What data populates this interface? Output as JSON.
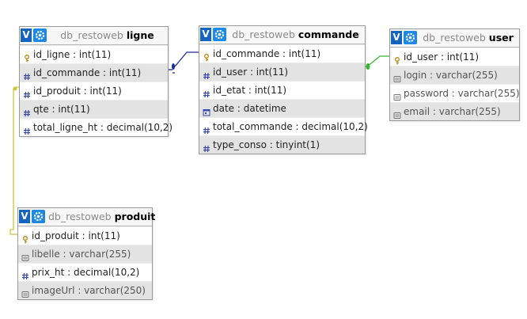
{
  "colors": {
    "link_blue": "#1d2aa3",
    "link_green": "#38b830",
    "link_olive": "#c8c83a",
    "header_badge": "#1565c0"
  },
  "tables": {
    "ligne": {
      "db": "db_restoweb",
      "name": "ligne",
      "columns": [
        {
          "text": "id_ligne : int(11)",
          "icon": "key-icon"
        },
        {
          "text": "id_commande : int(11)",
          "icon": "numeric-type-icon"
        },
        {
          "text": "id_produit : int(11)",
          "icon": "numeric-type-icon"
        },
        {
          "text": "qte : int(11)",
          "icon": "numeric-type-icon"
        },
        {
          "text": "total_ligne_ht : decimal(10,2)",
          "icon": "numeric-type-icon"
        }
      ]
    },
    "commande": {
      "db": "db_restoweb",
      "name": "commande",
      "columns": [
        {
          "text": "id_commande : int(11)",
          "icon": "key-icon"
        },
        {
          "text": "id_user : int(11)",
          "icon": "numeric-type-icon"
        },
        {
          "text": "id_etat : int(11)",
          "icon": "numeric-type-icon"
        },
        {
          "text": "date : datetime",
          "icon": "date-type-icon"
        },
        {
          "text": "total_commande : decimal(10,2)",
          "icon": "numeric-type-icon"
        },
        {
          "text": "type_conso : tinyint(1)",
          "icon": "numeric-type-icon"
        }
      ]
    },
    "user": {
      "db": "db_restoweb",
      "name": "user",
      "columns": [
        {
          "text": "id_user : int(11)",
          "icon": "key-icon"
        },
        {
          "text": "login : varchar(255)",
          "icon": "text-type-icon"
        },
        {
          "text": "password : varchar(255)",
          "icon": "text-type-icon"
        },
        {
          "text": "email : varchar(255)",
          "icon": "text-type-icon"
        }
      ]
    },
    "produit": {
      "db": "db_restoweb",
      "name": "produit",
      "columns": [
        {
          "text": "id_produit : int(11)",
          "icon": "key-icon"
        },
        {
          "text": "libelle : varchar(255)",
          "icon": "text-type-icon"
        },
        {
          "text": "prix_ht : decimal(10,2)",
          "icon": "numeric-type-icon"
        },
        {
          "text": "imageUrl : varchar(250)",
          "icon": "text-type-icon"
        }
      ]
    }
  },
  "relations": [
    {
      "from": "ligne.id_commande",
      "to": "commande.id_commande",
      "color": "#1d2aa3"
    },
    {
      "from": "commande.id_user",
      "to": "user.id_user",
      "color": "#38b830"
    },
    {
      "from": "ligne.id_produit",
      "to": "produit.id_produit",
      "color": "#c8c83a"
    }
  ],
  "badge_letter": "V"
}
